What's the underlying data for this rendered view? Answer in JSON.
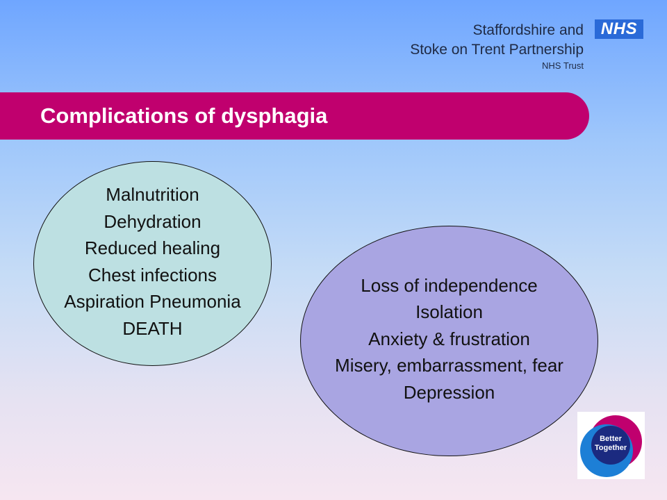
{
  "header": {
    "org_line1": "Staffordshire and",
    "org_line2": "Stoke on Trent Partnership",
    "org_line3": "NHS Trust",
    "nhs_logo_text": "NHS"
  },
  "banner": {
    "title": "Complications of dysphagia",
    "color": "#c0006e"
  },
  "physical_complications": [
    "Malnutrition",
    "Dehydration",
    "Reduced healing",
    "Chest infections",
    "Aspiration Pneumonia",
    "DEATH"
  ],
  "psychosocial_complications": [
    "Loss of independence",
    "Isolation",
    "Anxiety & frustration",
    "Misery, embarrassment, fear",
    "Depression"
  ],
  "logo": {
    "line1": "Better",
    "line2": "Together"
  },
  "colors": {
    "left_ellipse": "#bde0e2",
    "right_ellipse": "#a9a5e2",
    "nhs_blue": "#2a6ad8",
    "logo_pink": "#c0006e",
    "logo_blue": "#1d7fd6",
    "logo_navy": "#1b2a80"
  }
}
